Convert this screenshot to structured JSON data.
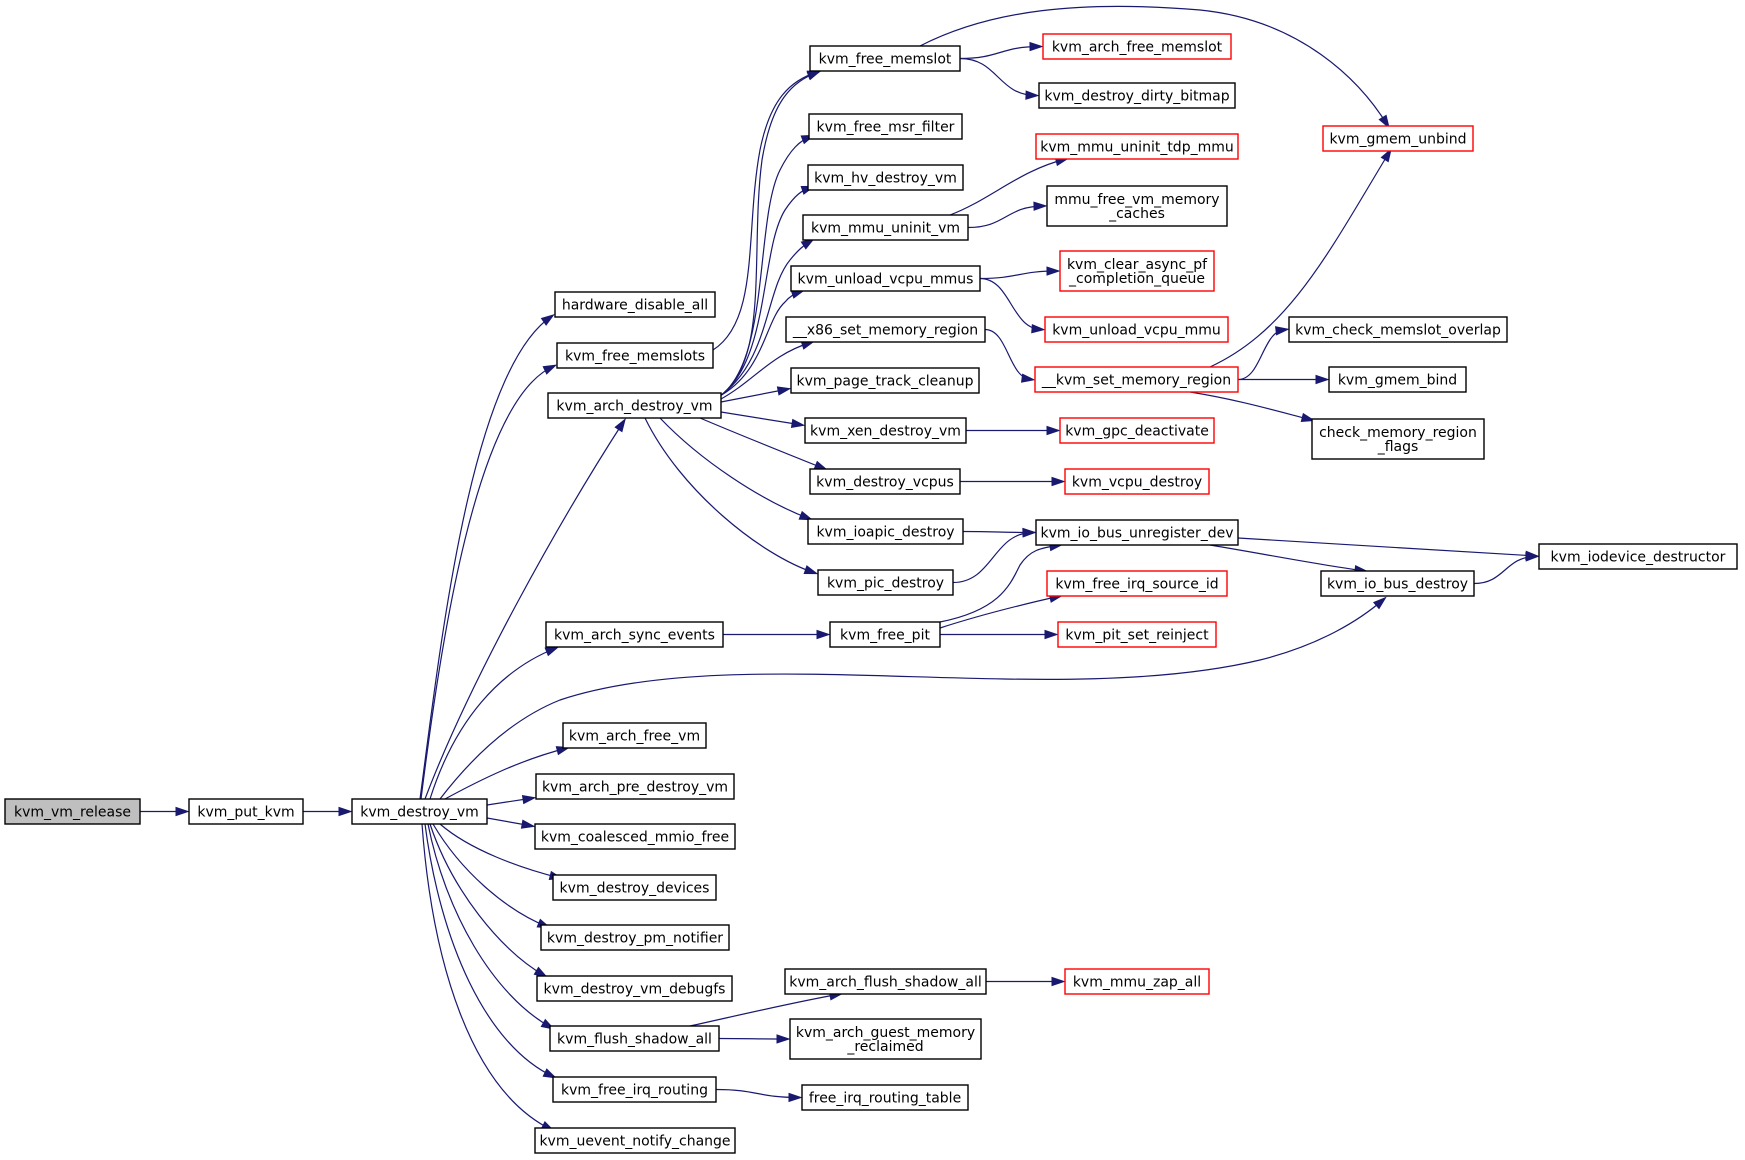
{
  "colors": {
    "edge": "#191970",
    "border": "#000000",
    "truncated_border": "#ff0000",
    "root_fill": "#bfbfbf",
    "background": "#ffffff"
  },
  "nodes": [
    {
      "id": "n_kvm_vm_release",
      "label": [
        "kvm_vm_release"
      ],
      "root": true,
      "truncated": false
    },
    {
      "id": "n_kvm_put_kvm",
      "label": [
        "kvm_put_kvm"
      ],
      "truncated": false
    },
    {
      "id": "n_kvm_destroy_vm",
      "label": [
        "kvm_destroy_vm"
      ],
      "truncated": false
    },
    {
      "id": "n_hardware_disable_all",
      "label": [
        "hardware_disable_all"
      ],
      "truncated": false
    },
    {
      "id": "n_kvm_free_memslots",
      "label": [
        "kvm_free_memslots"
      ],
      "truncated": false
    },
    {
      "id": "n_kvm_arch_destroy_vm",
      "label": [
        "kvm_arch_destroy_vm"
      ],
      "truncated": false
    },
    {
      "id": "n_kvm_arch_sync_events",
      "label": [
        "kvm_arch_sync_events"
      ],
      "truncated": false
    },
    {
      "id": "n_kvm_arch_free_vm",
      "label": [
        "kvm_arch_free_vm"
      ],
      "truncated": false
    },
    {
      "id": "n_kvm_arch_pre_destroy_vm",
      "label": [
        "kvm_arch_pre_destroy_vm"
      ],
      "truncated": false
    },
    {
      "id": "n_kvm_coalesced_mmio_free",
      "label": [
        "kvm_coalesced_mmio_free"
      ],
      "truncated": false
    },
    {
      "id": "n_kvm_destroy_devices",
      "label": [
        "kvm_destroy_devices"
      ],
      "truncated": false
    },
    {
      "id": "n_kvm_destroy_pm_notifier",
      "label": [
        "kvm_destroy_pm_notifier"
      ],
      "truncated": false
    },
    {
      "id": "n_kvm_destroy_vm_debugfs",
      "label": [
        "kvm_destroy_vm_debugfs"
      ],
      "truncated": false
    },
    {
      "id": "n_kvm_flush_shadow_all",
      "label": [
        "kvm_flush_shadow_all"
      ],
      "truncated": false
    },
    {
      "id": "n_kvm_free_irq_routing",
      "label": [
        "kvm_free_irq_routing"
      ],
      "truncated": false
    },
    {
      "id": "n_kvm_uevent_notify_change",
      "label": [
        "kvm_uevent_notify_change"
      ],
      "truncated": false
    },
    {
      "id": "n_kvm_free_memslot",
      "label": [
        "kvm_free_memslot"
      ],
      "truncated": false
    },
    {
      "id": "n_kvm_free_msr_filter",
      "label": [
        "kvm_free_msr_filter"
      ],
      "truncated": false
    },
    {
      "id": "n_kvm_hv_destroy_vm",
      "label": [
        "kvm_hv_destroy_vm"
      ],
      "truncated": false
    },
    {
      "id": "n_kvm_mmu_uninit_vm",
      "label": [
        "kvm_mmu_uninit_vm"
      ],
      "truncated": false
    },
    {
      "id": "n_kvm_unload_vcpu_mmus",
      "label": [
        "kvm_unload_vcpu_mmus"
      ],
      "truncated": false
    },
    {
      "id": "n_x86_set_memory_region",
      "label": [
        "__x86_set_memory_region"
      ],
      "truncated": false
    },
    {
      "id": "n_kvm_page_track_cleanup",
      "label": [
        "kvm_page_track_cleanup"
      ],
      "truncated": false
    },
    {
      "id": "n_kvm_xen_destroy_vm",
      "label": [
        "kvm_xen_destroy_vm"
      ],
      "truncated": false
    },
    {
      "id": "n_kvm_destroy_vcpus",
      "label": [
        "kvm_destroy_vcpus"
      ],
      "truncated": false
    },
    {
      "id": "n_kvm_ioapic_destroy",
      "label": [
        "kvm_ioapic_destroy"
      ],
      "truncated": false
    },
    {
      "id": "n_kvm_pic_destroy",
      "label": [
        "kvm_pic_destroy"
      ],
      "truncated": false
    },
    {
      "id": "n_kvm_free_pit",
      "label": [
        "kvm_free_pit"
      ],
      "truncated": false
    },
    {
      "id": "n_kvm_arch_flush_shadow_all",
      "label": [
        "kvm_arch_flush_shadow_all"
      ],
      "truncated": false
    },
    {
      "id": "n_kvm_arch_guest_memory_reclaimed",
      "label": [
        "kvm_arch_guest_memory",
        "_reclaimed"
      ],
      "truncated": false
    },
    {
      "id": "n_free_irq_routing_table",
      "label": [
        "free_irq_routing_table"
      ],
      "truncated": false
    },
    {
      "id": "n_kvm_arch_free_memslot",
      "label": [
        "kvm_arch_free_memslot"
      ],
      "truncated": true
    },
    {
      "id": "n_kvm_destroy_dirty_bitmap",
      "label": [
        "kvm_destroy_dirty_bitmap"
      ],
      "truncated": false
    },
    {
      "id": "n_kvm_mmu_uninit_tdp_mmu",
      "label": [
        "kvm_mmu_uninit_tdp_mmu"
      ],
      "truncated": true
    },
    {
      "id": "n_mmu_free_vm_memory_caches",
      "label": [
        "mmu_free_vm_memory",
        "_caches"
      ],
      "truncated": false
    },
    {
      "id": "n_kvm_clear_async_pf_completion_queue",
      "label": [
        "kvm_clear_async_pf",
        "_completion_queue"
      ],
      "truncated": true
    },
    {
      "id": "n_kvm_unload_vcpu_mmu",
      "label": [
        "kvm_unload_vcpu_mmu"
      ],
      "truncated": true
    },
    {
      "id": "n_kvm_set_memory_region",
      "label": [
        "__kvm_set_memory_region"
      ],
      "truncated": true
    },
    {
      "id": "n_kvm_gpc_deactivate",
      "label": [
        "kvm_gpc_deactivate"
      ],
      "truncated": true
    },
    {
      "id": "n_kvm_vcpu_destroy",
      "label": [
        "kvm_vcpu_destroy"
      ],
      "truncated": true
    },
    {
      "id": "n_kvm_io_bus_unregister_dev",
      "label": [
        "kvm_io_bus_unregister_dev"
      ],
      "truncated": false
    },
    {
      "id": "n_kvm_free_irq_source_id",
      "label": [
        "kvm_free_irq_source_id"
      ],
      "truncated": true
    },
    {
      "id": "n_kvm_pit_set_reinject",
      "label": [
        "kvm_pit_set_reinject"
      ],
      "truncated": true
    },
    {
      "id": "n_kvm_mmu_zap_all",
      "label": [
        "kvm_mmu_zap_all"
      ],
      "truncated": true
    },
    {
      "id": "n_kvm_gmem_unbind",
      "label": [
        "kvm_gmem_unbind"
      ],
      "truncated": true
    },
    {
      "id": "n_kvm_check_memslot_overlap",
      "label": [
        "kvm_check_memslot_overlap"
      ],
      "truncated": false
    },
    {
      "id": "n_kvm_gmem_bind",
      "label": [
        "kvm_gmem_bind"
      ],
      "truncated": false
    },
    {
      "id": "n_check_memory_region_flags",
      "label": [
        "check_memory_region",
        "_flags"
      ],
      "truncated": false
    },
    {
      "id": "n_kvm_io_bus_destroy",
      "label": [
        "kvm_io_bus_destroy"
      ],
      "truncated": false
    },
    {
      "id": "n_kvm_iodevice_destructor",
      "label": [
        "kvm_iodevice_destructor"
      ],
      "truncated": false
    }
  ],
  "edges": [
    [
      "n_kvm_vm_release",
      "n_kvm_put_kvm"
    ],
    [
      "n_kvm_put_kvm",
      "n_kvm_destroy_vm"
    ],
    [
      "n_kvm_destroy_vm",
      "n_hardware_disable_all"
    ],
    [
      "n_kvm_destroy_vm",
      "n_kvm_free_memslots"
    ],
    [
      "n_kvm_destroy_vm",
      "n_kvm_arch_destroy_vm"
    ],
    [
      "n_kvm_destroy_vm",
      "n_kvm_arch_sync_events"
    ],
    [
      "n_kvm_destroy_vm",
      "n_kvm_io_bus_destroy"
    ],
    [
      "n_kvm_destroy_vm",
      "n_kvm_arch_free_vm"
    ],
    [
      "n_kvm_destroy_vm",
      "n_kvm_arch_pre_destroy_vm"
    ],
    [
      "n_kvm_destroy_vm",
      "n_kvm_coalesced_mmio_free"
    ],
    [
      "n_kvm_destroy_vm",
      "n_kvm_destroy_devices"
    ],
    [
      "n_kvm_destroy_vm",
      "n_kvm_destroy_pm_notifier"
    ],
    [
      "n_kvm_destroy_vm",
      "n_kvm_destroy_vm_debugfs"
    ],
    [
      "n_kvm_destroy_vm",
      "n_kvm_flush_shadow_all"
    ],
    [
      "n_kvm_destroy_vm",
      "n_kvm_free_irq_routing"
    ],
    [
      "n_kvm_destroy_vm",
      "n_kvm_uevent_notify_change"
    ],
    [
      "n_kvm_free_memslots",
      "n_kvm_free_memslot"
    ],
    [
      "n_kvm_arch_destroy_vm",
      "n_kvm_free_memslot"
    ],
    [
      "n_kvm_arch_destroy_vm",
      "n_kvm_free_msr_filter"
    ],
    [
      "n_kvm_arch_destroy_vm",
      "n_kvm_hv_destroy_vm"
    ],
    [
      "n_kvm_arch_destroy_vm",
      "n_kvm_mmu_uninit_vm"
    ],
    [
      "n_kvm_arch_destroy_vm",
      "n_kvm_unload_vcpu_mmus"
    ],
    [
      "n_kvm_arch_destroy_vm",
      "n_x86_set_memory_region"
    ],
    [
      "n_kvm_arch_destroy_vm",
      "n_kvm_page_track_cleanup"
    ],
    [
      "n_kvm_arch_destroy_vm",
      "n_kvm_xen_destroy_vm"
    ],
    [
      "n_kvm_arch_destroy_vm",
      "n_kvm_destroy_vcpus"
    ],
    [
      "n_kvm_arch_destroy_vm",
      "n_kvm_ioapic_destroy"
    ],
    [
      "n_kvm_arch_destroy_vm",
      "n_kvm_pic_destroy"
    ],
    [
      "n_kvm_free_memslot",
      "n_kvm_arch_free_memslot"
    ],
    [
      "n_kvm_free_memslot",
      "n_kvm_destroy_dirty_bitmap"
    ],
    [
      "n_kvm_free_memslot",
      "n_kvm_gmem_unbind"
    ],
    [
      "n_kvm_mmu_uninit_vm",
      "n_kvm_mmu_uninit_tdp_mmu"
    ],
    [
      "n_kvm_mmu_uninit_vm",
      "n_mmu_free_vm_memory_caches"
    ],
    [
      "n_kvm_unload_vcpu_mmus",
      "n_kvm_clear_async_pf_completion_queue"
    ],
    [
      "n_kvm_unload_vcpu_mmus",
      "n_kvm_unload_vcpu_mmu"
    ],
    [
      "n_x86_set_memory_region",
      "n_kvm_set_memory_region"
    ],
    [
      "n_kvm_set_memory_region",
      "n_kvm_gmem_unbind"
    ],
    [
      "n_kvm_set_memory_region",
      "n_kvm_check_memslot_overlap"
    ],
    [
      "n_kvm_set_memory_region",
      "n_kvm_gmem_bind"
    ],
    [
      "n_kvm_set_memory_region",
      "n_check_memory_region_flags"
    ],
    [
      "n_kvm_xen_destroy_vm",
      "n_kvm_gpc_deactivate"
    ],
    [
      "n_kvm_destroy_vcpus",
      "n_kvm_vcpu_destroy"
    ],
    [
      "n_kvm_ioapic_destroy",
      "n_kvm_io_bus_unregister_dev"
    ],
    [
      "n_kvm_pic_destroy",
      "n_kvm_io_bus_unregister_dev"
    ],
    [
      "n_kvm_free_pit",
      "n_kvm_io_bus_unregister_dev"
    ],
    [
      "n_kvm_io_bus_unregister_dev",
      "n_kvm_io_bus_destroy"
    ],
    [
      "n_kvm_io_bus_unregister_dev",
      "n_kvm_iodevice_destructor"
    ],
    [
      "n_kvm_io_bus_destroy",
      "n_kvm_iodevice_destructor"
    ],
    [
      "n_kvm_arch_sync_events",
      "n_kvm_free_pit"
    ],
    [
      "n_kvm_free_pit",
      "n_kvm_free_irq_source_id"
    ],
    [
      "n_kvm_free_pit",
      "n_kvm_pit_set_reinject"
    ],
    [
      "n_kvm_flush_shadow_all",
      "n_kvm_arch_flush_shadow_all"
    ],
    [
      "n_kvm_flush_shadow_all",
      "n_kvm_arch_guest_memory_reclaimed"
    ],
    [
      "n_kvm_arch_flush_shadow_all",
      "n_kvm_mmu_zap_all"
    ],
    [
      "n_kvm_free_irq_routing",
      "n_free_irq_routing_table"
    ]
  ]
}
